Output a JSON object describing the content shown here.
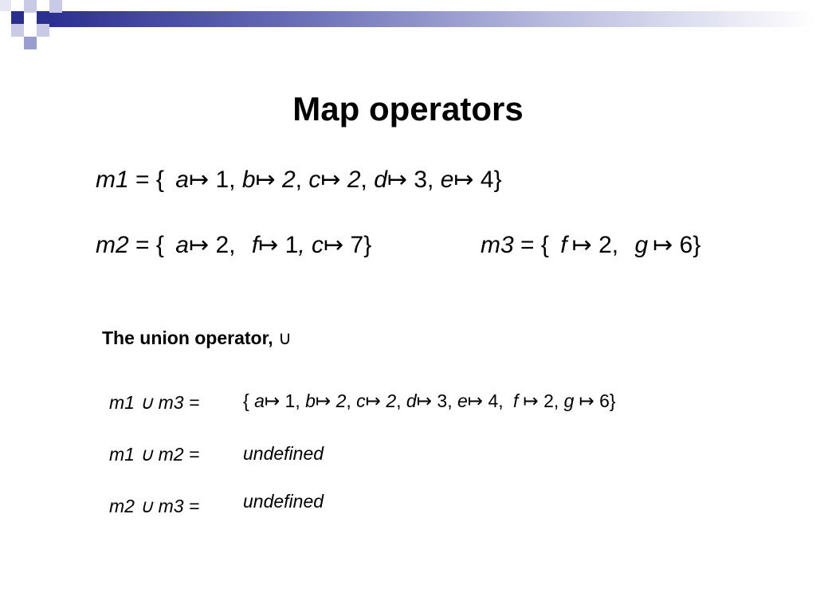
{
  "title": "Map operators",
  "m1": {
    "name": "m1",
    "pairs": [
      {
        "k": "a",
        "v": "1"
      },
      {
        "k": "b",
        "v": "2"
      },
      {
        "k": "c",
        "v": "2"
      },
      {
        "k": "d",
        "v": "3"
      },
      {
        "k": "e",
        "v": "4"
      }
    ]
  },
  "m2": {
    "name": "m2",
    "pairs": [
      {
        "k": "a",
        "v": "2"
      },
      {
        "k": "f",
        "v": "1"
      },
      {
        "k": "c",
        "v": "7"
      }
    ]
  },
  "m3": {
    "name": "m3",
    "pairs": [
      {
        "k": "f",
        "v": "2"
      },
      {
        "k": "g",
        "v": "6"
      }
    ]
  },
  "symbols": {
    "maps_to": "↦",
    "union": "∪",
    "eq": "=",
    "open": "{",
    "close": "}"
  },
  "section_heading": "The union operator,",
  "results": [
    {
      "lhs": "m1 ∪ m3 =",
      "pairs": [
        {
          "k": "a",
          "v": "1"
        },
        {
          "k": "b",
          "v": "2"
        },
        {
          "k": "c",
          "v": "2"
        },
        {
          "k": "d",
          "v": "3"
        },
        {
          "k": "e",
          "v": "4"
        },
        {
          "k": "f",
          "v": "2"
        },
        {
          "k": "g",
          "v": "6"
        }
      ]
    },
    {
      "lhs": "m1 ∪ m2 =",
      "text": "undefined"
    },
    {
      "lhs": "m2 ∪ m3 =",
      "text": "undefined"
    }
  ],
  "colors": {
    "accent_dark": "#2b2f8f",
    "accent_light": "#b7b9dd"
  }
}
